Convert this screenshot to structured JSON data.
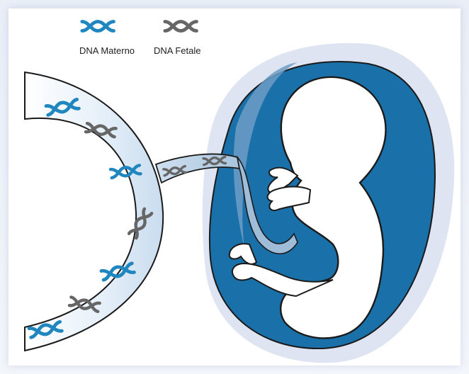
{
  "legend": {
    "maternal_label": "DNA Materno",
    "fetal_label": "DNA Fetale",
    "maternal_icon": "dna-helix-blue",
    "fetal_icon": "dna-helix-gray"
  },
  "colors": {
    "maternal_dna": "#1f86c0",
    "fetal_dna": "#666666",
    "amniotic_sac": "#1a70a8",
    "outer_membrane": "#dfe4f2",
    "placenta_wall": "#d7e7f4",
    "outline": "#1a1a1a"
  }
}
